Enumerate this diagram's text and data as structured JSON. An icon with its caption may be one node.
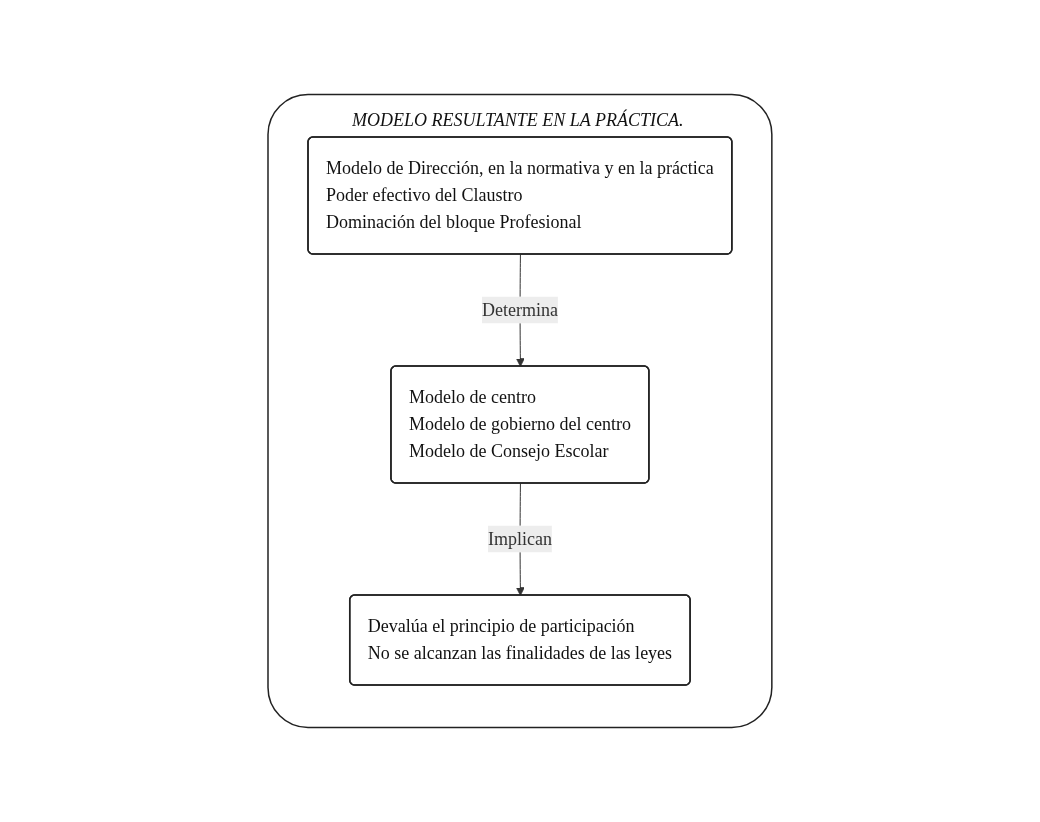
{
  "diagram": {
    "nodes": [
      {
        "text": [
          "MODELO RESULTANTE EN LA PRÁCTICA."
        ]
      },
      {
        "text": [
          "Modelo de Dirección, en la normativa y en la práctica",
          "Poder efectivo del Claustro",
          "Dominación del bloque Profesional"
        ],
        "in": 0
      },
      {
        "text": [
          "Modelo de centro",
          "Modelo de gobierno del centro",
          "Modelo de Consejo Escolar"
        ],
        "in": 0
      },
      {
        "text": [
          "Devalúa el principio de participación",
          "No se alcanzan las finalidades de las leyes"
        ],
        "in": 0
      }
    ],
    "edges": [
      {
        "from": 1,
        "to": 2,
        "arrow": "to",
        "label": "Determina"
      },
      {
        "from": 2,
        "to": 3,
        "arrow": "to",
        "label": "Implican"
      }
    ]
  }
}
